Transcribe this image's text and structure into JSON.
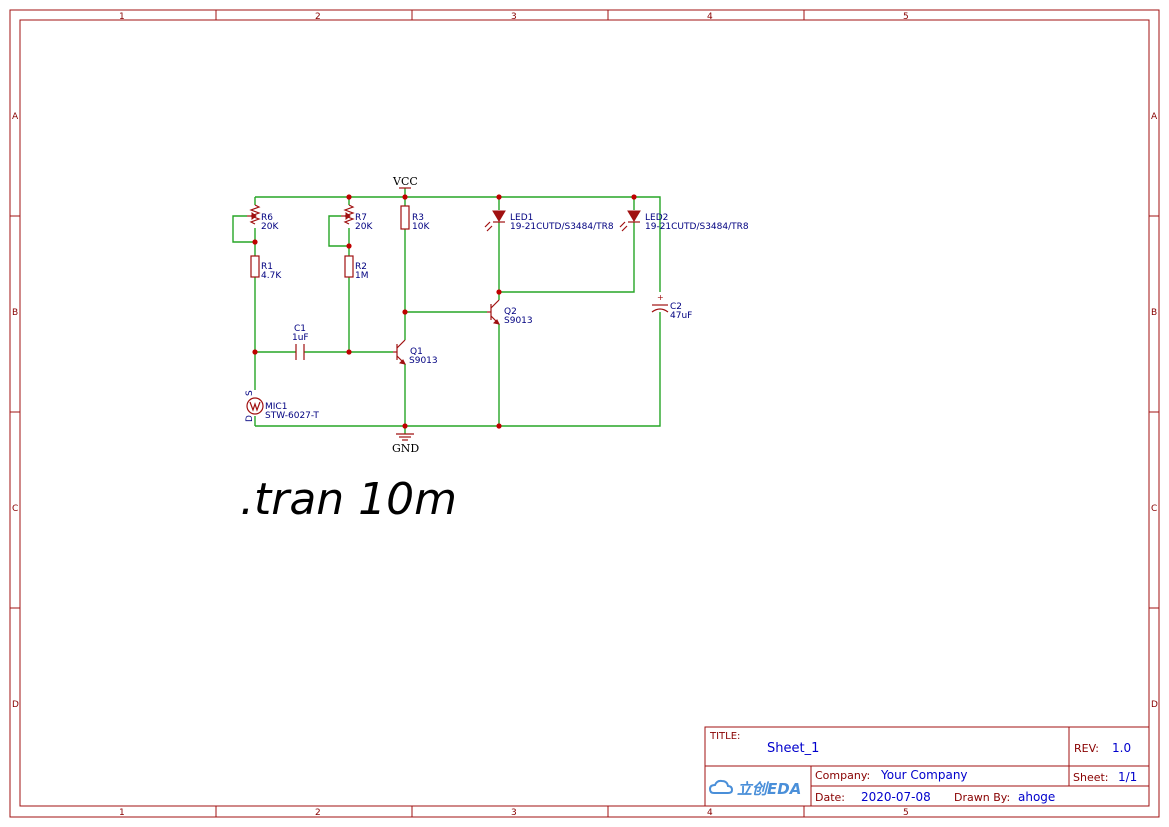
{
  "frame": {
    "columns": [
      "1",
      "2",
      "3",
      "4",
      "5"
    ],
    "rows": [
      "A",
      "B",
      "C",
      "D"
    ]
  },
  "nets": {
    "vcc": "VCC",
    "gnd": "GND"
  },
  "components": {
    "r6": {
      "ref": "R6",
      "value": "20K"
    },
    "r7": {
      "ref": "R7",
      "value": "20K"
    },
    "r3": {
      "ref": "R3",
      "value": "10K"
    },
    "r1": {
      "ref": "R1",
      "value": "4.7K"
    },
    "r2": {
      "ref": "R2",
      "value": "1M"
    },
    "c1": {
      "ref": "C1",
      "value": "1uF"
    },
    "c2": {
      "ref": "C2",
      "value": "47uF"
    },
    "q1": {
      "ref": "Q1",
      "value": "S9013"
    },
    "q2": {
      "ref": "Q2",
      "value": "S9013"
    },
    "led1": {
      "ref": "LED1",
      "value": "19-21CUTD/S3484/TR8"
    },
    "led2": {
      "ref": "LED2",
      "value": "19-21CUTD/S3484/TR8"
    },
    "mic1": {
      "ref": "MIC1",
      "value": "STW-6027-T",
      "pin_d": "D",
      "pin_s": "S"
    }
  },
  "directive": ".tran 10m",
  "title_block": {
    "title_label": "TITLE:",
    "title": "Sheet_1",
    "rev_label": "REV:",
    "rev": "1.0",
    "company_label": "Company:",
    "company": "Your Company",
    "sheet_label": "Sheet:",
    "sheet": "1/1",
    "date_label": "Date:",
    "date": "2020-07-08",
    "drawn_label": "Drawn By:",
    "drawn_by": "ahoge",
    "logo_text": "立创EDA",
    "logo_color": "#4a8fd9"
  },
  "colors": {
    "wire": "#26a626",
    "symbol": "#a01010",
    "label": "#000080",
    "frame": "#880000"
  }
}
